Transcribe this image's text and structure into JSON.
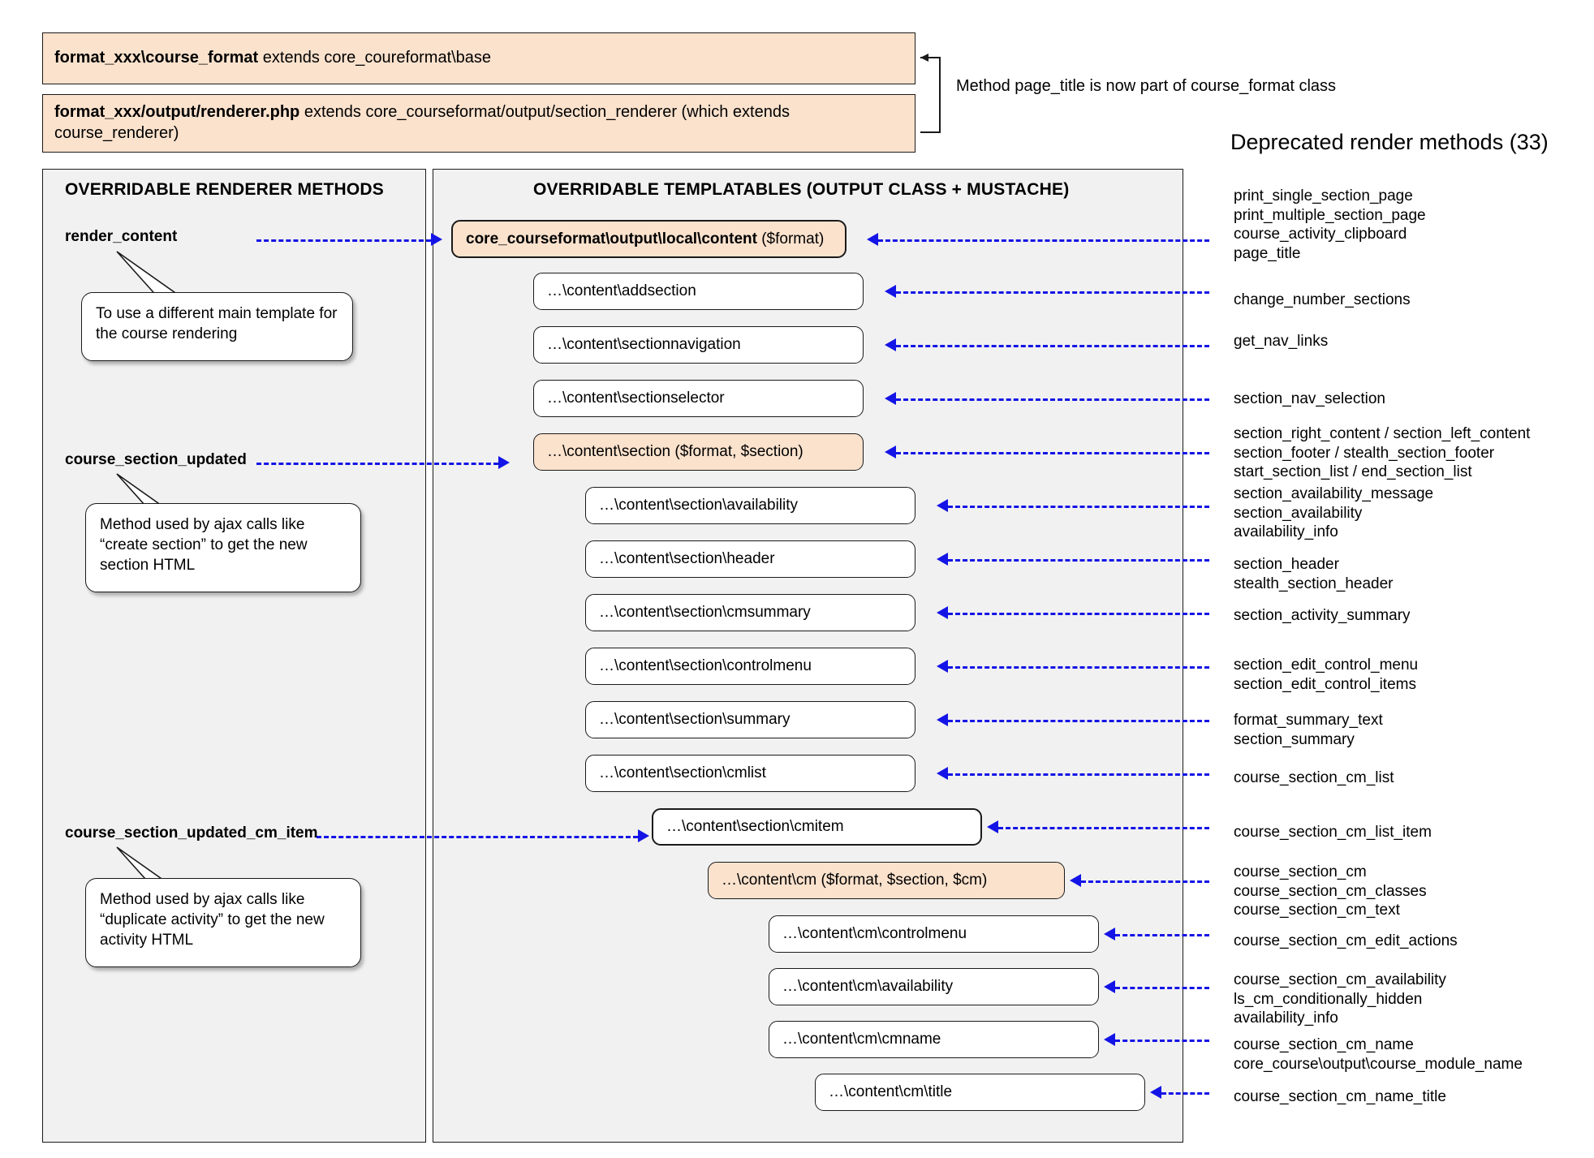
{
  "header": {
    "class_box": {
      "bold": "format_xxx\\course_format",
      "rest": " extends core_coureformat\\base"
    },
    "renderer_box": {
      "bold": "format_xxx/output/renderer.php",
      "rest": " extends core_courseformat/output/section_renderer (which extends course_renderer)"
    },
    "note": "Method page_title is now part of course_format class"
  },
  "deprecated": {
    "title": "Deprecated render methods (33)"
  },
  "left_panel": {
    "title": "OVERRIDABLE RENDERER METHODS",
    "methods": [
      {
        "label": "render_content"
      },
      {
        "label": "course_section_updated"
      },
      {
        "label": "course_section_updated_cm_item"
      }
    ],
    "callouts": [
      {
        "lines": [
          "To use a different main template for",
          "the course rendering"
        ]
      },
      {
        "lines": [
          "Method used by ajax calls like",
          "“create section” to get the new",
          "section HTML"
        ]
      },
      {
        "lines": [
          "Method used by ajax calls like",
          "“duplicate activity” to get the new",
          "activity HTML"
        ]
      }
    ]
  },
  "center_panel": {
    "title": "OVERRIDABLE TEMPLATABLES (OUTPUT CLASS + MUSTACHE)",
    "boxes": [
      {
        "bold": "core_courseformat\\output\\local\\content",
        "rest": " ($format)",
        "accent": true
      },
      {
        "bold": "",
        "rest": "…\\content\\addsection",
        "accent": false
      },
      {
        "bold": "",
        "rest": "…\\content\\sectionnavigation",
        "accent": false
      },
      {
        "bold": "",
        "rest": "…\\content\\sectionselector",
        "accent": false
      },
      {
        "bold": "",
        "rest": "…\\content\\section ($format, $section)",
        "accent": true
      },
      {
        "bold": "",
        "rest": "…\\content\\section\\availability",
        "accent": false
      },
      {
        "bold": "",
        "rest": "…\\content\\section\\header",
        "accent": false
      },
      {
        "bold": "",
        "rest": "…\\content\\section\\cmsummary",
        "accent": false
      },
      {
        "bold": "",
        "rest": "…\\content\\section\\controlmenu",
        "accent": false
      },
      {
        "bold": "",
        "rest": "…\\content\\section\\summary",
        "accent": false
      },
      {
        "bold": "",
        "rest": "…\\content\\section\\cmlist",
        "accent": false
      },
      {
        "bold": "",
        "rest": "…\\content\\section\\cmitem",
        "accent": false
      },
      {
        "bold": "",
        "rest": "…\\content\\cm ($format, $section, $cm)",
        "accent": true
      },
      {
        "bold": "",
        "rest": "…\\content\\cm\\controlmenu",
        "accent": false
      },
      {
        "bold": "",
        "rest": "…\\content\\cm\\availability",
        "accent": false
      },
      {
        "bold": "",
        "rest": "…\\content\\cm\\cmname",
        "accent": false
      },
      {
        "bold": "",
        "rest": "…\\content\\cm\\title",
        "accent": false
      }
    ]
  },
  "right_labels": [
    {
      "lines": [
        "print_single_section_page",
        "print_multiple_section_page",
        "course_activity_clipboard",
        "page_title"
      ]
    },
    {
      "lines": [
        "change_number_sections"
      ]
    },
    {
      "lines": [
        "get_nav_links"
      ]
    },
    {
      "lines": [
        "section_nav_selection"
      ]
    },
    {
      "lines": [
        "section_right_content / section_left_content",
        "section_footer / stealth_section_footer",
        "start_section_list / end_section_list"
      ]
    },
    {
      "lines": [
        "section_availability_message",
        "section_availability",
        "availability_info"
      ]
    },
    {
      "lines": [
        "section_header",
        "stealth_section_header"
      ]
    },
    {
      "lines": [
        "section_activity_summary"
      ]
    },
    {
      "lines": [
        "section_edit_control_menu",
        "section_edit_control_items"
      ]
    },
    {
      "lines": [
        "format_summary_text",
        "section_summary"
      ]
    },
    {
      "lines": [
        "course_section_cm_list"
      ]
    },
    {
      "lines": [
        "course_section_cm_list_item"
      ]
    },
    {
      "lines": [
        "course_section_cm",
        "course_section_cm_classes",
        "course_section_cm_text"
      ]
    },
    {
      "lines": [
        "course_section_cm_edit_actions"
      ]
    },
    {
      "lines": [
        "course_section_cm_availability",
        "ls_cm_conditionally_hidden",
        "availability_info"
      ]
    },
    {
      "lines": [
        "course_section_cm_name",
        "core_course\\output\\course_module_name"
      ]
    },
    {
      "lines": [
        "course_section_cm_name_title"
      ]
    }
  ],
  "colors": {
    "accent_fill": "#fbe2cd",
    "panel_fill": "#f1f1f1",
    "connector": "#1414e6",
    "stroke": "#1a1a1a"
  }
}
